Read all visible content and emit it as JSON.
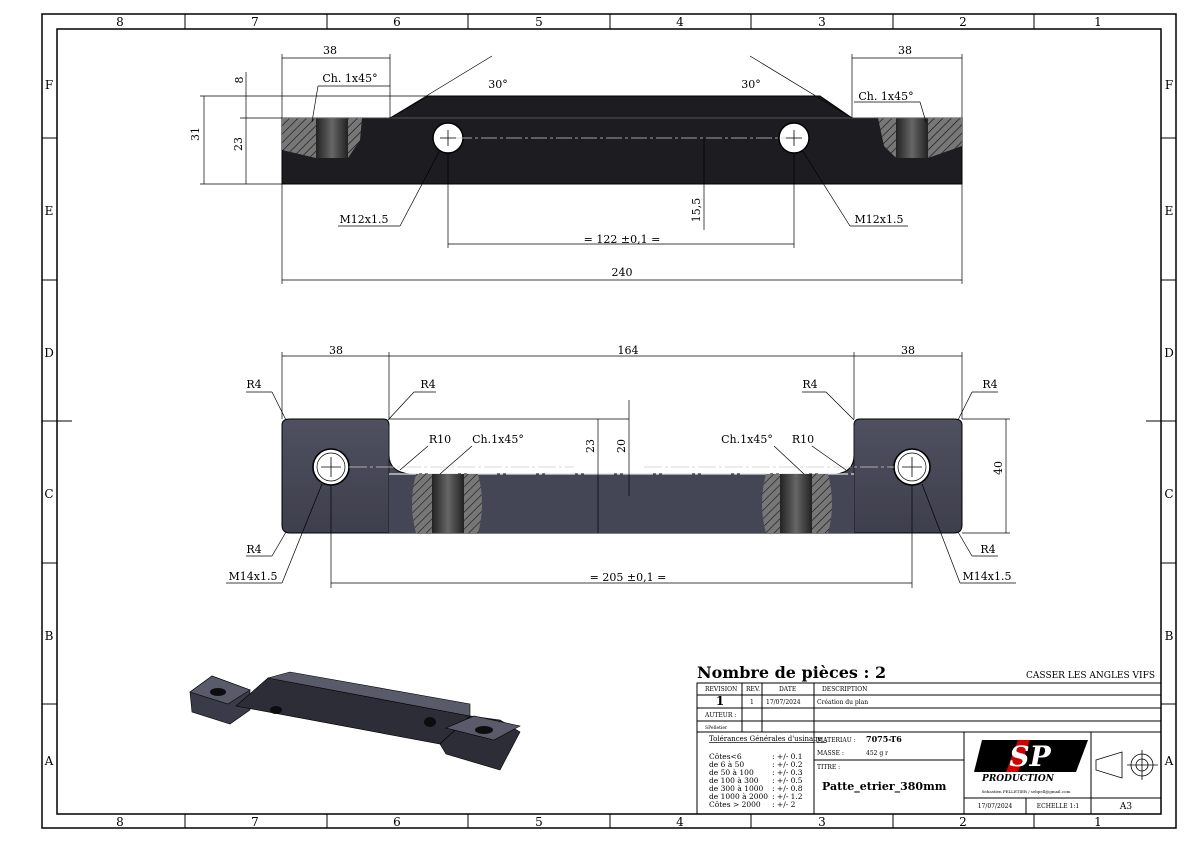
{
  "zones": {
    "columns": [
      "8",
      "7",
      "6",
      "5",
      "4",
      "3",
      "2",
      "1"
    ],
    "rows": [
      "F",
      "E",
      "D",
      "C",
      "B",
      "A"
    ]
  },
  "top_view": {
    "dims": {
      "left_38": "38",
      "right_38": "38",
      "h_8": "8",
      "h_31": "31",
      "h_23": "23",
      "h_15_5": "15,5",
      "holes_122": "=  122 ±0,1  =",
      "total_240": "240"
    },
    "labels": {
      "chamfer_left": "Ch. 1x45°",
      "chamfer_right": "Ch. 1x45°",
      "angle_left": "30°",
      "angle_right": "30°",
      "thread_left": "M12x1.5",
      "thread_right": "M12x1.5"
    }
  },
  "front_view": {
    "dims": {
      "left_38": "38",
      "mid_164": "164",
      "right_38": "38",
      "h_23": "23",
      "h_20": "20",
      "h_40": "40",
      "holes_205": "=  205 ±0,1  ="
    },
    "labels": {
      "r4_tl_out": "R4",
      "r4_tl_in": "R4",
      "r4_tr_in": "R4",
      "r4_tr_out": "R4",
      "r4_bl": "R4",
      "r4_br": "R4",
      "r10_left": "R10",
      "r10_right": "R10",
      "chamfer_left": "Ch.1x45°",
      "chamfer_right": "Ch.1x45°",
      "thread_left": "M14x1.5",
      "thread_right": "M14x1.5"
    }
  },
  "title_block": {
    "quantity": "Nombre de pièces : 2",
    "break_edges": "CASSER LES ANGLES VIFS",
    "rev_header": "REVISION",
    "rev_value": "1",
    "rev_col": "REV.",
    "date_col": "DATE",
    "desc_col": "DESCRIPTION",
    "row_rev": "1",
    "row_date": "17/07/2024",
    "row_desc": "Création du plan",
    "author_label": "AUTEUR :",
    "author_value": "SPelletier",
    "tol_title": "Tolérances Générales d'usinage :",
    "tolerances": [
      {
        "range": "Côtes<6",
        "tol": ": +/- 0.1"
      },
      {
        "range": "de 6 à 50",
        "tol": ": +/- 0.2"
      },
      {
        "range": "de 50 à 100",
        "tol": ": +/- 0.3"
      },
      {
        "range": "de 100 à 300",
        "tol": ": +/- 0.5"
      },
      {
        "range": "de 300 à 1000",
        "tol": ": +/- 0.8"
      },
      {
        "range": "de 1000 à 2000",
        "tol": ": +/- 1.2"
      },
      {
        "range": "Côtes > 2000",
        "tol": ": +/- 2"
      }
    ],
    "material_label": "MATERIAU :",
    "material_value": "7075-T6",
    "mass_label": "MASSE :",
    "mass_value": "452 g r",
    "title_label": "TITRE :",
    "title_value": "Patte_etrier_380mm",
    "logo_text": "SP",
    "logo_sub": "PRODUCTION",
    "contact": "Sebastien PELLETIER / sebpell@gmail.com",
    "date": "17/07/2024",
    "scale": "ECHELLE 1:1",
    "format": "A3"
  },
  "colors": {
    "part_dark": "#1d1d21",
    "part_front": "#4a4b5a",
    "part_front_dark": "#2f303b"
  }
}
